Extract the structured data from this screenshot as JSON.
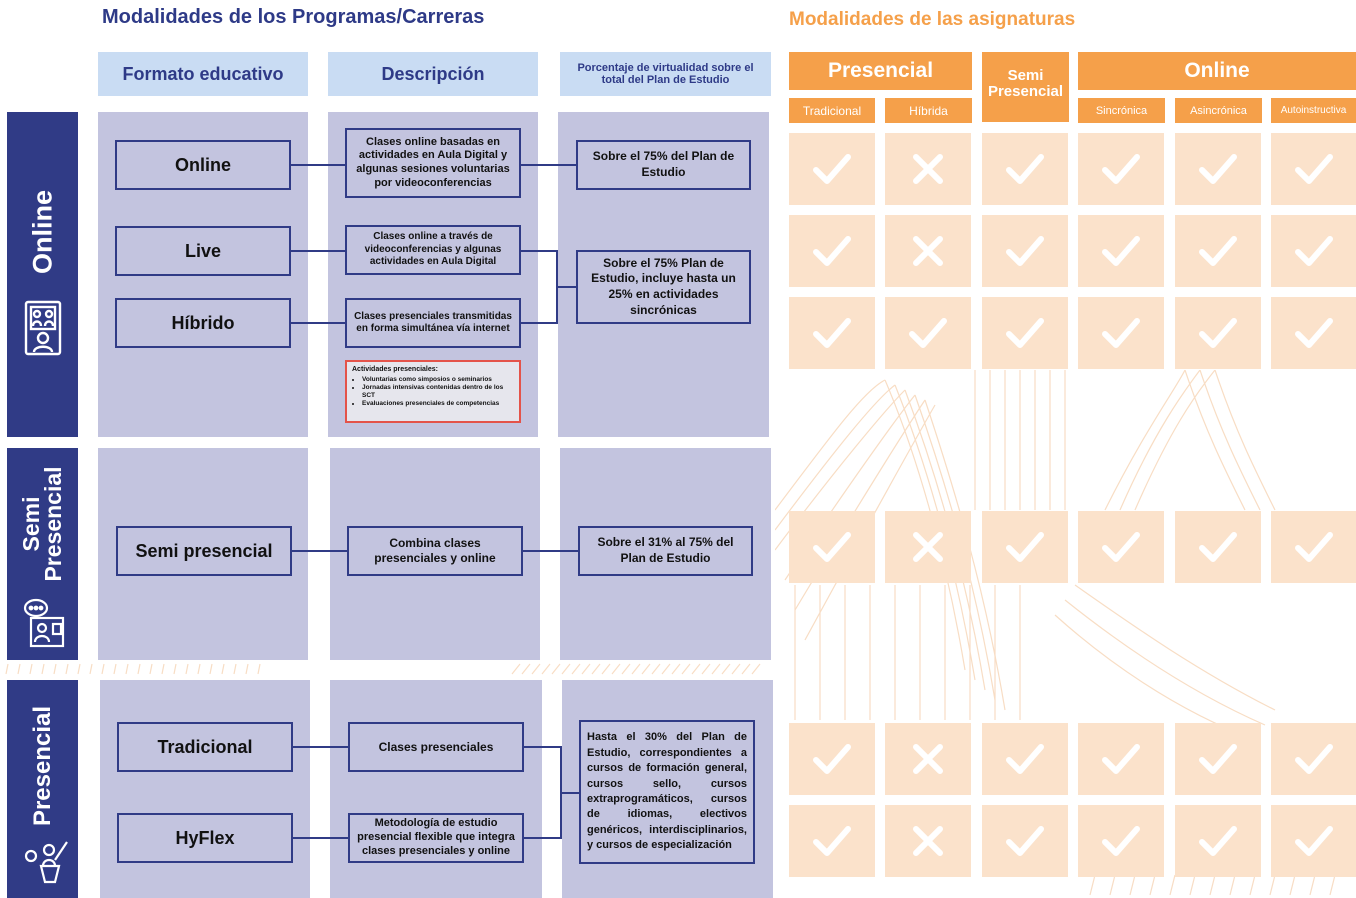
{
  "left_title": "Modalidades de los Programas/Carreras",
  "right_title": "Modalidades de las asignaturas",
  "columns": {
    "format": "Formato educativo",
    "description": "Descripción",
    "percentage": "Porcentaje de virtualidad sobre el total del Plan de Estudio"
  },
  "sections": {
    "online": "Online",
    "semi": "Semi Presencial",
    "presencial": "Presencial"
  },
  "formats": {
    "online": "Online",
    "live": "Live",
    "hibrido": "Híbrido",
    "semi": "Semi presencial",
    "tradicional": "Tradicional",
    "hyflex": "HyFlex"
  },
  "descriptions": {
    "online": "Clases online basadas en actividades en Aula Digital y algunas sesiones voluntarias por videoconferencias",
    "live": "Clases online a través de videoconferencias y algunas actividades en Aula Digital",
    "hibrido": "Clases presenciales transmitidas en forma simultánea vía internet",
    "semi": "Combina clases presenciales y online",
    "tradicional": "Clases presenciales",
    "hyflex": "Metodología de estudio presencial flexible que integra clases presenciales y online"
  },
  "note": {
    "title": "Actividades presenciales:",
    "items": [
      "Voluntarias como simposios o seminarios",
      "Jornadas intensivas contenidas dentro de los SCT",
      "Evaluaciones presenciales de competencias"
    ]
  },
  "percentages": {
    "online": "Sobre el 75% del Plan de Estudio",
    "live_hibrido": "Sobre el 75% Plan de Estudio, incluye hasta un 25% en actividades sincrónicas",
    "semi": "Sobre el 31% al 75% del Plan de Estudio",
    "presencial": "Hasta el 30% del Plan de Estudio, correspondientes a cursos de formación general, cursos sello, cursos extraprogramáticos, cursos de idiomas, electivos genéricos, interdisciplinarios, y cursos de especialización"
  },
  "modalities": {
    "groups": {
      "presencial": "Presencial",
      "semi": "Semi Presencial",
      "online": "Online"
    },
    "sub": {
      "tradicional": "Tradicional",
      "hibrida": "Híbrida",
      "sincronica": "Sincrónica",
      "asincronica": "Asincrónica",
      "autoinstructiva": "Autoinstructiva"
    }
  },
  "matrix": {
    "columns": [
      "Tradicional",
      "Híbrida",
      "Semi Presencial",
      "Sincrónica",
      "Asincrónica",
      "Autoinstructiva"
    ],
    "rows": [
      {
        "format": "Online",
        "marks": [
          "check",
          "cross",
          "check",
          "check",
          "check",
          "check"
        ]
      },
      {
        "format": "Live",
        "marks": [
          "check",
          "cross",
          "check",
          "check",
          "check",
          "check"
        ]
      },
      {
        "format": "Híbrido",
        "marks": [
          "check",
          "check",
          "check",
          "check",
          "check",
          "check"
        ]
      },
      {
        "format": "Semi presencial",
        "marks": [
          "check",
          "cross",
          "check",
          "check",
          "check",
          "check"
        ]
      },
      {
        "format": "Tradicional",
        "marks": [
          "check",
          "cross",
          "check",
          "check",
          "check",
          "check"
        ]
      },
      {
        "format": "HyFlex",
        "marks": [
          "check",
          "cross",
          "check",
          "check",
          "check",
          "check"
        ]
      }
    ]
  },
  "colors": {
    "navy": "#303b86",
    "panel": "#c3c4df",
    "header_blue": "#c9dcf3",
    "orange": "#f5a04a",
    "cell": "#fbe2cb",
    "note_border": "#e4534a"
  },
  "icons": [
    "online-student-icon",
    "semi-presencial-student-icon",
    "teacher-icon",
    "check-icon",
    "cross-icon"
  ]
}
